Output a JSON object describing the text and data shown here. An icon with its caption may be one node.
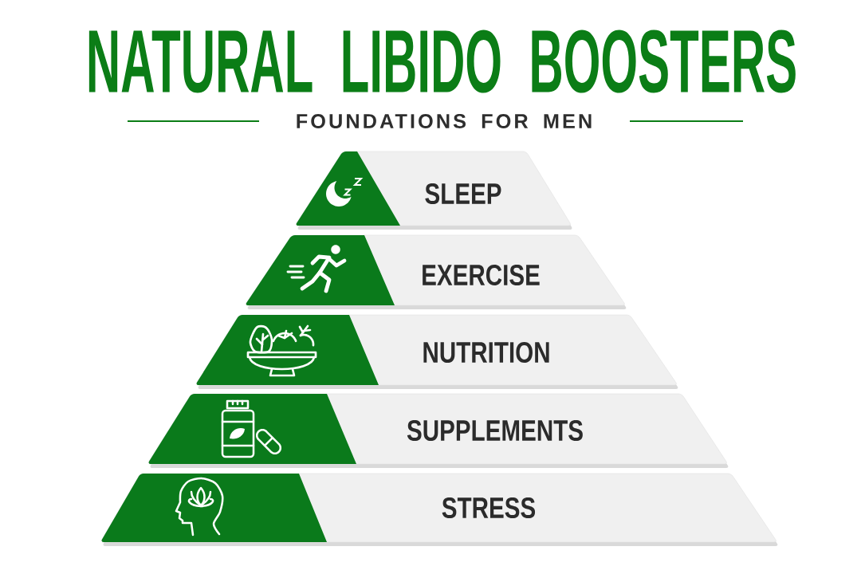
{
  "diagram": {
    "title": "NATURAL LIBIDO BOOSTERS",
    "nodes": [
      {
        "text": [
          "SLEEP"
        ]
      },
      {
        "text": [
          "EXERCISE"
        ]
      },
      {
        "text": [
          "NUTRITION"
        ]
      },
      {
        "text": [
          "SUPPLEMENTS"
        ]
      },
      {
        "text": [
          "STRESS"
        ]
      }
    ],
    "labels": [
      "FOUNDATIONS FOR MEN"
    ]
  }
}
